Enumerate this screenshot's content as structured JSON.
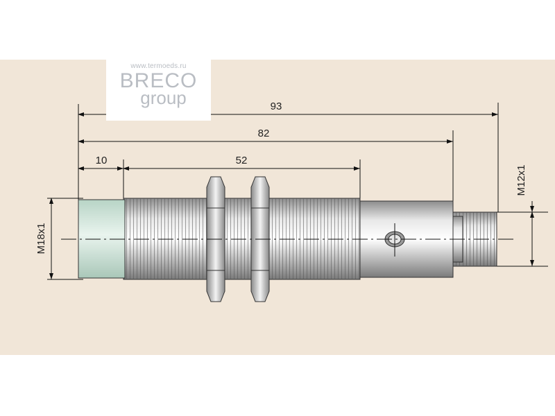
{
  "logo": {
    "url": "www.termoeds.ru",
    "brand": "BRECO",
    "group": "group"
  },
  "dimensions": {
    "overall": "93",
    "body": "82",
    "sensing_face": "10",
    "thread": "52",
    "main_thread": "M18x1",
    "connector_thread": "M12x1"
  },
  "colors": {
    "background": "#f1e6d8",
    "sensing_face": "#cfe4da",
    "metal": "#c8c8c8",
    "lines": "#111111"
  }
}
